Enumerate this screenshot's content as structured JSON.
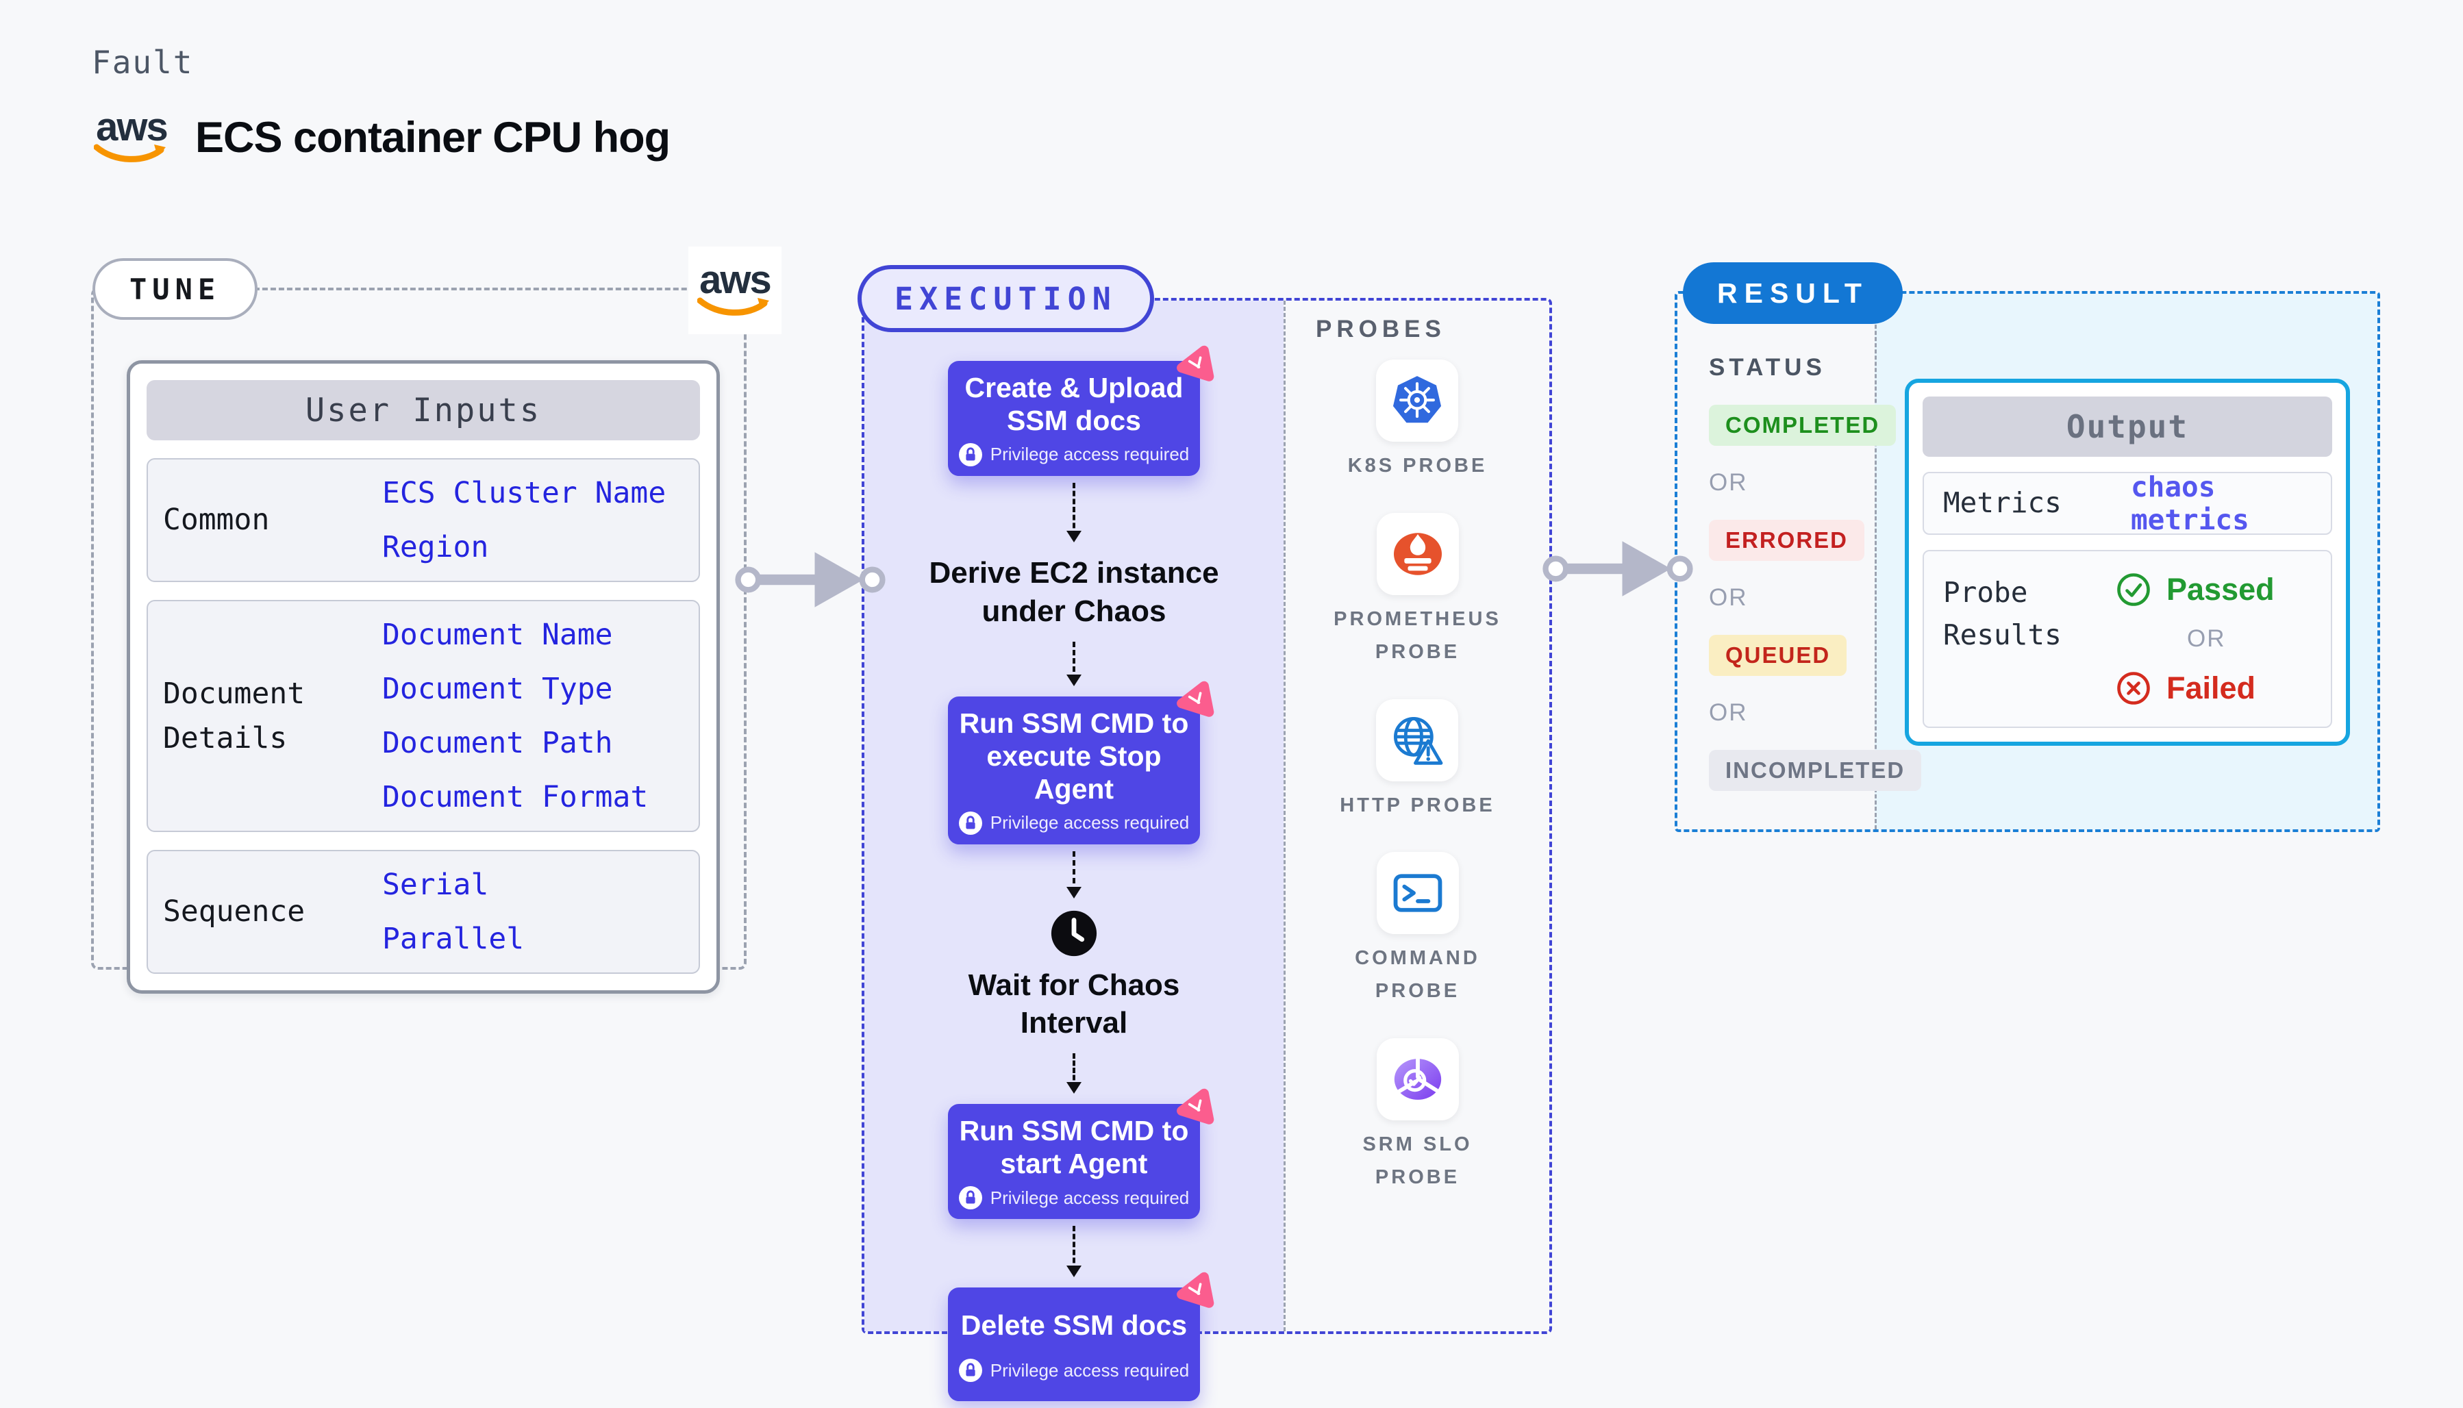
{
  "page": {
    "kicker": "Fault",
    "title": "ECS container CPU hog"
  },
  "brand": {
    "aws_wordmark": "aws"
  },
  "tune": {
    "badge": "TUNE",
    "table": {
      "header": "User Inputs",
      "rows": [
        {
          "label": "Common",
          "values": [
            "ECS Cluster Name",
            "Region"
          ]
        },
        {
          "label": "Document Details",
          "values": [
            "Document Name",
            "Document Type",
            "Document Path",
            "Document Format"
          ]
        },
        {
          "label": "Sequence",
          "values": [
            "Serial",
            "Parallel"
          ]
        }
      ]
    }
  },
  "execution": {
    "badge": "EXECUTION",
    "steps": {
      "create": {
        "title": "Create & Upload SSM docs",
        "note": "Privilege access required"
      },
      "derive": {
        "title": "Derive EC2 instance under Chaos"
      },
      "stop": {
        "title": "Run SSM CMD to execute Stop Agent",
        "note": "Privilege access required"
      },
      "wait": {
        "title": "Wait for Chaos Interval"
      },
      "start": {
        "title": "Run SSM CMD to start Agent",
        "note": "Privilege access required"
      },
      "delete": {
        "title": "Delete SSM docs",
        "note": "Privilege access required"
      }
    }
  },
  "probes": {
    "heading": "PROBES",
    "items": [
      {
        "label": "K8S PROBE",
        "icon": "kubernetes-icon"
      },
      {
        "label": "PROMETHEUS PROBE",
        "icon": "prometheus-icon"
      },
      {
        "label": "HTTP PROBE",
        "icon": "http-globe-icon"
      },
      {
        "label": "COMMAND PROBE",
        "icon": "terminal-icon"
      },
      {
        "label": "SRM SLO PROBE",
        "icon": "srm-slo-icon"
      }
    ]
  },
  "result": {
    "badge": "RESULT",
    "status": {
      "heading": "STATUS",
      "or": "OR",
      "options": [
        {
          "label": "COMPLETED",
          "bg": "#dcf3dc",
          "color": "#1d8f1d"
        },
        {
          "label": "ERRORED",
          "bg": "#fbe9e9",
          "color": "#c32020"
        },
        {
          "label": "QUEUED",
          "bg": "#faeec2",
          "color": "#c3251b"
        },
        {
          "label": "INCOMPLETED",
          "bg": "#e8e9ef",
          "color": "#6e7585"
        }
      ]
    },
    "output": {
      "header": "Output",
      "metrics_label": "Metrics",
      "metrics_value": "chaos metrics",
      "probe_results_label": "Probe Results",
      "passed": "Passed",
      "or": "OR",
      "failed": "Failed",
      "passed_color": "#229a32",
      "failed_color": "#d42b1e"
    }
  },
  "colors": {
    "accent_indigo": "#4f46e5",
    "execution_border": "#4145d5",
    "result_blue": "#1377d4",
    "output_border": "#16a5e0",
    "link_blue": "#2424df",
    "aws_orange": "#f79400",
    "chaos_pink": "#fb5d8e"
  }
}
